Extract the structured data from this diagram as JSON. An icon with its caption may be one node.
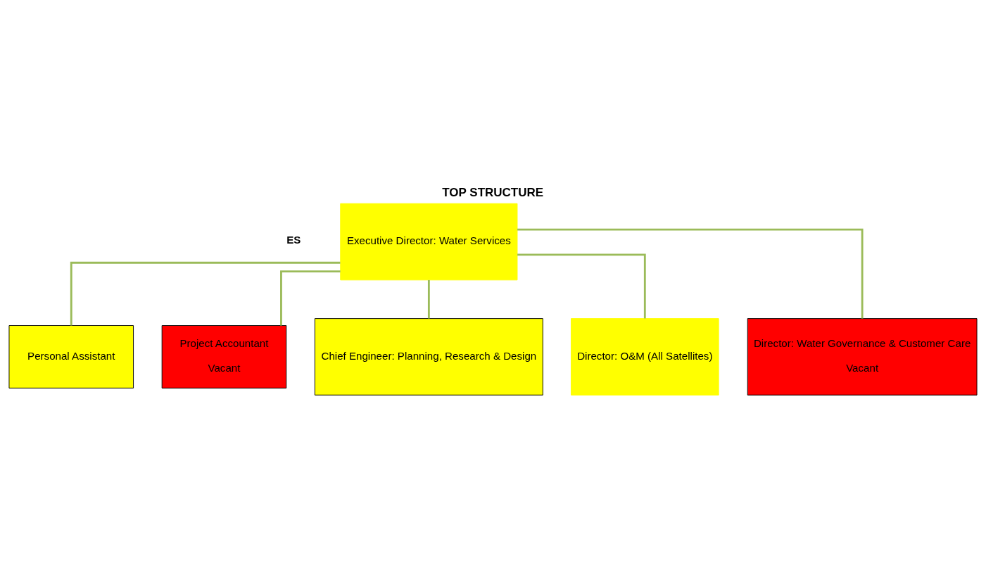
{
  "diagram": {
    "title": "TOP STRUCTURE",
    "nodes": [
      {
        "text": [
          "Executive Director: Water Services"
        ]
      },
      {
        "text": [
          "Personal Assistant"
        ]
      },
      {
        "text": [
          "Project Accountant",
          "Vacant"
        ]
      },
      {
        "text": [
          "Chief Engineer: Planning, Research & Design"
        ]
      },
      {
        "text": [
          "Director: O&M (All Satellites)"
        ]
      },
      {
        "text": [
          "Director: Water Governance & Customer Care",
          "Vacant"
        ]
      }
    ],
    "edges": [
      {
        "from": 0,
        "to": 1,
        "arrow": "none"
      },
      {
        "from": 0,
        "to": 2,
        "arrow": "none"
      },
      {
        "from": 0,
        "to": 3,
        "arrow": "none"
      },
      {
        "from": 0,
        "to": 4,
        "arrow": "none"
      },
      {
        "from": 0,
        "to": 5,
        "arrow": "none"
      }
    ],
    "labels": [
      "ES"
    ]
  }
}
